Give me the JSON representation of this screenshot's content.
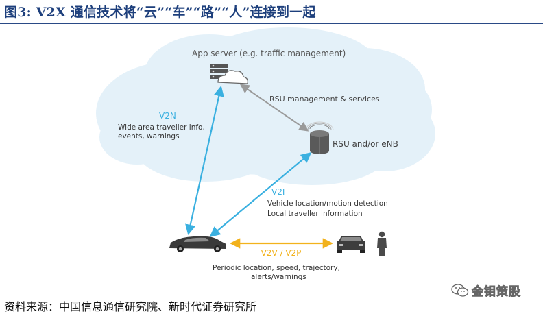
{
  "figure_title": "图3:  V2X 通信技术将“云”“车”“路”“人”连接到一起",
  "source_note": "资料来源：中国信息通信研究院、新时代证券研究所",
  "watermark": {
    "text": "金钼策股",
    "icon": "wechat-icon"
  },
  "diagram": {
    "app_server": "App server (e.g. traffic management)",
    "rsu_management": "RSU management & services",
    "v2n": {
      "label": "V2N",
      "desc_line1": "Wide area traveller info,",
      "desc_line2": "events, warnings"
    },
    "rsu": "RSU and/or eNB",
    "v2i": {
      "label": "V2I",
      "desc_line1": "Vehicle location/motion detection",
      "desc_line2": "Local traveller information"
    },
    "v2v": {
      "label": "V2V / V2P",
      "desc_line1": "Periodic location, speed, trajectory,",
      "desc_line2": "alerts/warnings"
    },
    "colors": {
      "accent_blue": "#3ab0e0",
      "accent_yellow": "#f2b21c",
      "cloud": "#e4f1f9",
      "title_blue": "#1d3f7c",
      "gray_arrow": "#9a9a9a"
    }
  }
}
